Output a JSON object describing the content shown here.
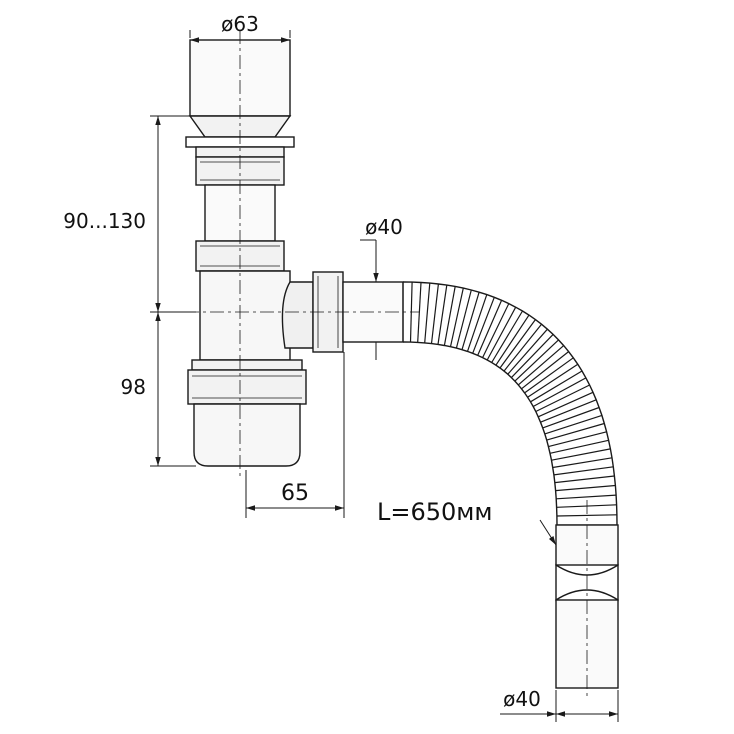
{
  "labels": {
    "top_diameter": "ø63",
    "height_adjust": "90...130",
    "outlet_diameter": "ø40",
    "lower_height": "98",
    "offset": "65",
    "hose_length": "L=650мм",
    "end_diameter": "ø40"
  },
  "colors": {
    "line": "#1a1a1a",
    "fill_light": "#f2f2f2",
    "fill_white": "#ffffff"
  }
}
